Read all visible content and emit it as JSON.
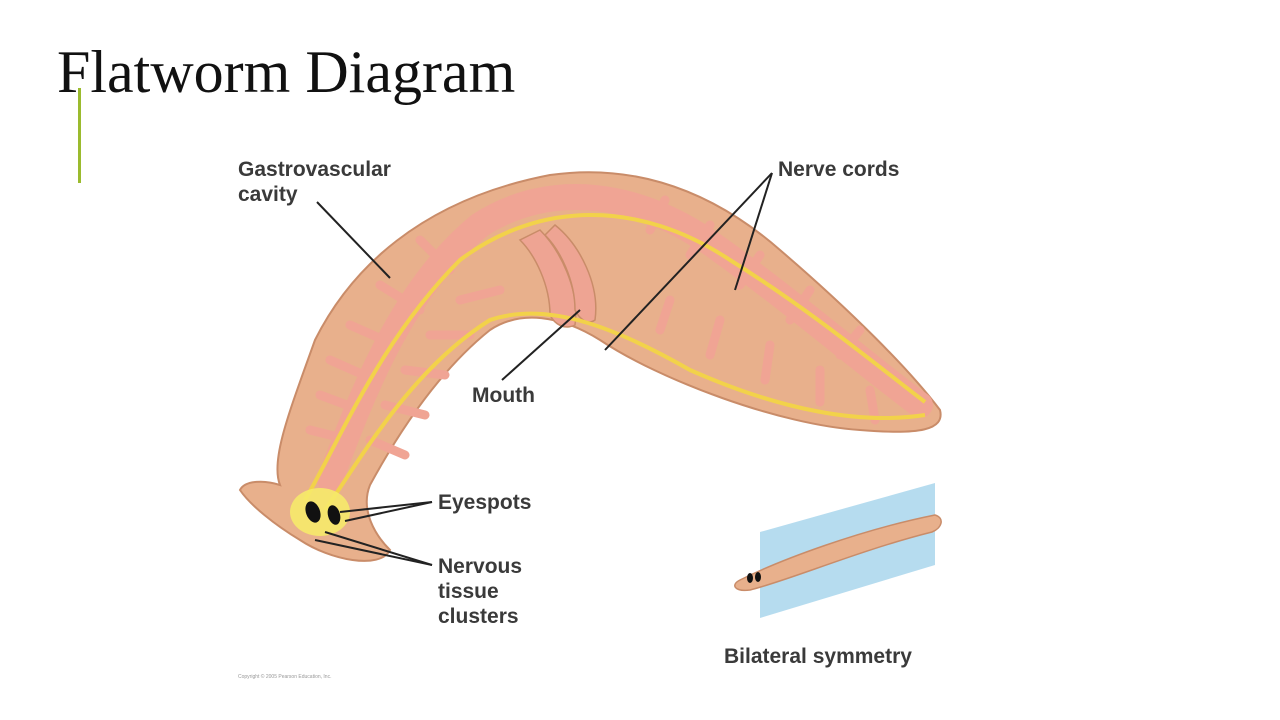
{
  "slide": {
    "title": "Flatworm Diagram",
    "accent_color": "#9bbb2e"
  },
  "diagram": {
    "labels": {
      "gastrovascular_cavity": "Gastrovascular\ncavity",
      "nerve_cords": "Nerve cords",
      "mouth": "Mouth",
      "eyespots": "Eyespots",
      "nervous_tissue_clusters": "Nervous\ntissue\nclusters",
      "bilateral_symmetry": "Bilateral symmetry"
    },
    "copyright": "Copyright © 2005 Pearson Education, Inc.",
    "colors": {
      "body": "#e8b08c",
      "body_outline": "#c98c69",
      "gut": "#f0a494",
      "nerve": "#f2d24a",
      "plane": "#a9d6ec"
    }
  }
}
